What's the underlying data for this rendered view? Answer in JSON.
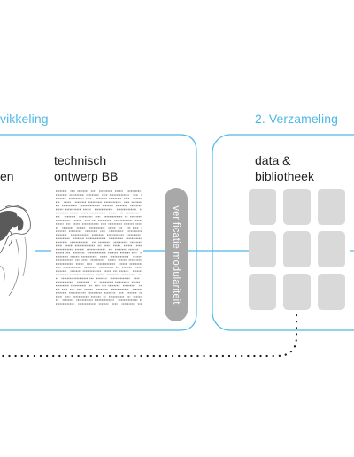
{
  "section1": {
    "title": "vikkeling"
  },
  "section2": {
    "title": "2. Verzameling"
  },
  "box1": {
    "left_label_fragment": "en",
    "technical_label_line1": "technisch",
    "technical_label_line2": "ontwerp BB"
  },
  "pill": {
    "label": "verificatie modulariteit"
  },
  "box2": {
    "label_line1": "data &",
    "label_line2": "bibliotheek",
    "tile_count": 9
  },
  "colors": {
    "accent": "#4db8e8",
    "tile": "#d9d9d9",
    "pill": "#a8a8a8",
    "text": "#222222"
  }
}
